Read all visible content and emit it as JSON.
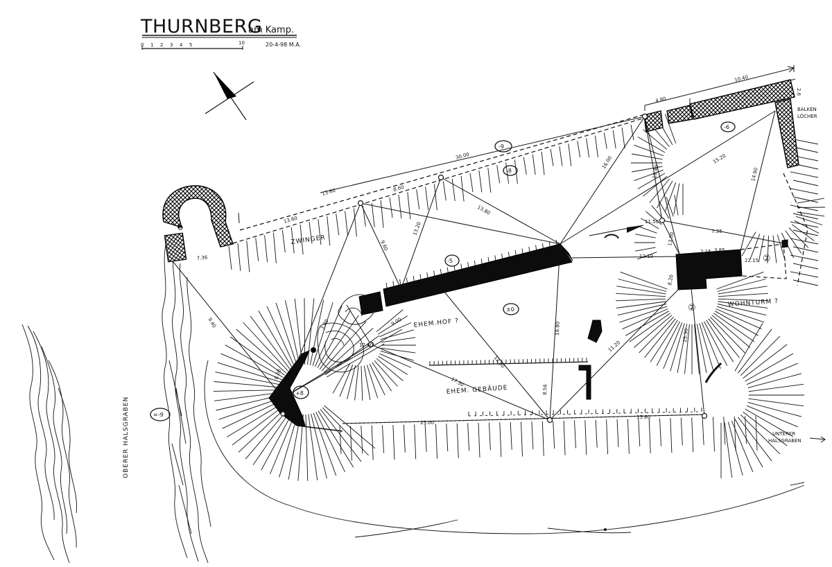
{
  "title": {
    "main": "THURNBERG",
    "suffix": "am Kamp.",
    "date_author": "20-4-98 M.A."
  },
  "scale_bar": {
    "ticks": [
      "0",
      "1",
      "2",
      "3",
      "4",
      "5"
    ],
    "end": "10"
  },
  "labels": {
    "zwinger": "ZWINGER",
    "ehem_hof": "EHEM.HOF ?",
    "ehem_gebaeude": "EHEM.  GEBÄUDE",
    "wohnturm": "WOHNTURM ?",
    "oberer_halsgraben": "OBERER HALSGRABEN",
    "unterer_halsgraben_1": "UNTERER",
    "unterer_halsgraben_2": "HALSGRABEN",
    "balken_loecher_1": "BALKEN",
    "balken_loecher_2": "LÖCHER"
  },
  "elevations": {
    "e_minus9_top": "-9",
    "e_minus8": "-8",
    "e_minus6": "-6",
    "e_minus5": "-5",
    "e_zero": "±0",
    "e_plus8": "+8",
    "e_plus2": "②",
    "e_circle2b": "②",
    "e_approx_minus9": "≈-9"
  },
  "dimensions": {
    "d_30": "30.00",
    "d_1360a": "13.60",
    "d_860": "8.60",
    "d_1360b": "13.60",
    "d_736": "7.36",
    "d_480": "4.80",
    "d_1040": "10.40",
    "d_26": "2.6",
    "d_1600": "16.00",
    "d_1940": "19.40",
    "d_1520": "15.20",
    "d_1490": "14.90",
    "d_1150": "11.50",
    "d_735": "7.35",
    "d_1210": "12.10",
    "d_215": "2.15",
    "d_385": "3.85",
    "d_2215": "22.15",
    "d_820": "8.20",
    "d_1350": "13.50",
    "d_1880": "18.80",
    "d_1120": "11.20",
    "d_1290": "12.90",
    "d_960": "9.60",
    "d_1320": "13.20",
    "d_2500": "25.00",
    "d_1560": "15.60",
    "d_2530": "25.30",
    "d_940": "9.40",
    "d_380": "3.80",
    "d_1760": "17.60",
    "d_900": "9.00",
    "d_1380": "13.80",
    "d_856": "8.56",
    "d_860b": "8.60",
    "d_1730": "17.30"
  }
}
